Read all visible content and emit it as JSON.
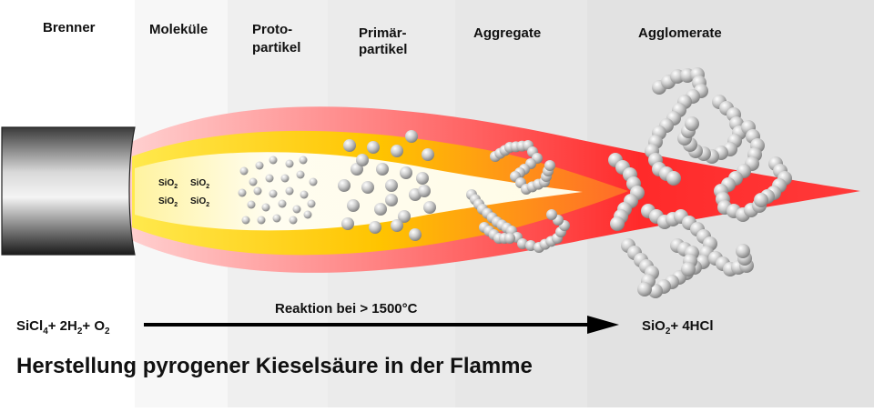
{
  "stages": [
    {
      "id": "brenner",
      "line1": "Brenner",
      "line2": ""
    },
    {
      "id": "molekuele",
      "line1": "Moleküle",
      "line2": ""
    },
    {
      "id": "protopartikel",
      "line1": "Proto-",
      "line2": "partikel"
    },
    {
      "id": "primaerpartikel",
      "line1": "Primär-",
      "line2": "partikel"
    },
    {
      "id": "aggregate",
      "line1": "Aggregate",
      "line2": ""
    },
    {
      "id": "agglomerate",
      "line1": "Agglomerate",
      "line2": ""
    }
  ],
  "molecule": {
    "base": "SiO",
    "sub": "2"
  },
  "reaction": {
    "condition": "Reaktion bei > 1500°C",
    "reactants": {
      "sicl": "SiCl",
      "sicl_sub": "4",
      "plus_2h": "+ 2H",
      "h_sub": "2",
      "plus_o": "+ O",
      "o_sub": "2"
    },
    "products": {
      "sio": "SiO",
      "sio_sub": "2",
      "plus_hcl": "+ 4HCl"
    }
  },
  "title": "Herstellung pyrogener Kieselsäure in der Flamme",
  "colors": {
    "flame_outer": "#ff1a1a",
    "flame_mid": "#ffcc00",
    "flame_core": "#fffbe6",
    "particle": "#c8c8c8",
    "arrow": "#000000"
  }
}
